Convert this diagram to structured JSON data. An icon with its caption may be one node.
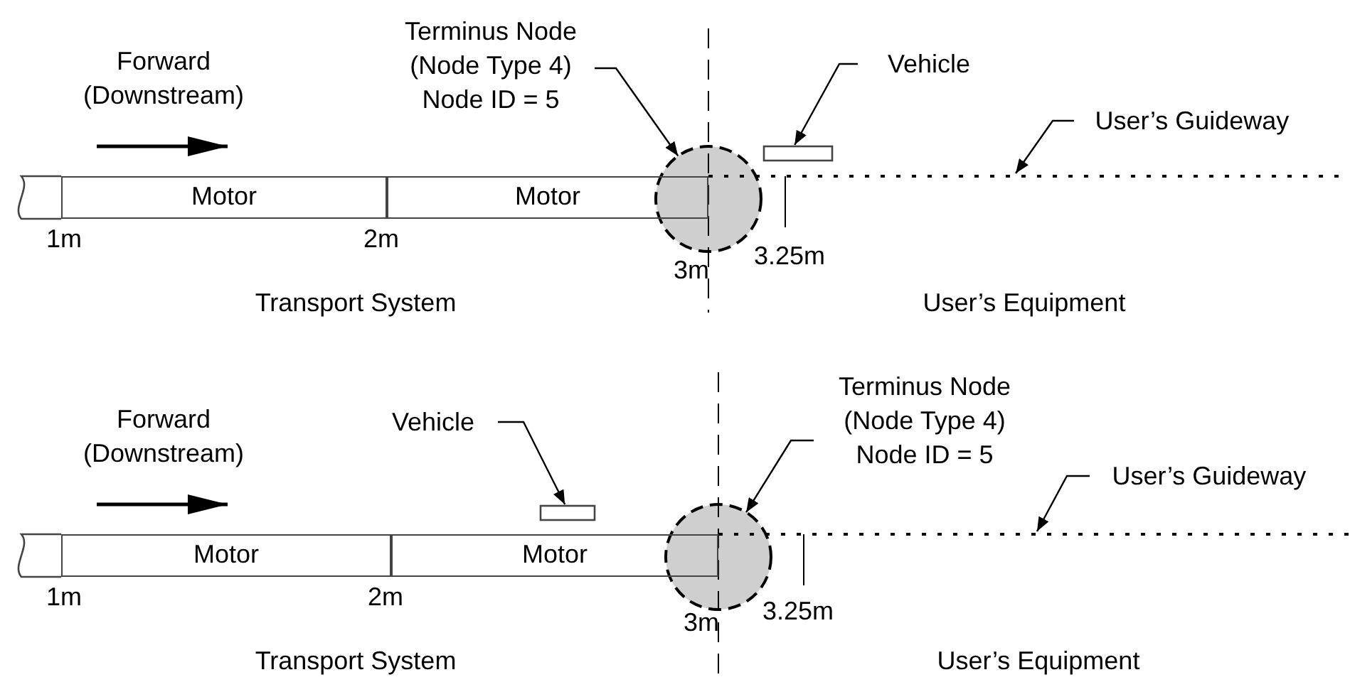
{
  "diagram": {
    "nodes": [
      {
        "text": [
          "Terminus Node (Node Type 4) Node ID = 5"
        ]
      },
      {
        "text": [
          "Vehicle"
        ]
      },
      {
        "text": [
          "User’s Guideway"
        ]
      },
      {
        "text": [],
        "shape": "bar"
      },
      {
        "text": [
          "Motor"
        ]
      },
      {
        "text": [
          "Motor"
        ]
      },
      {
        "text": [],
        "shape": "circle"
      },
      {
        "text": [
          "Vehicle"
        ]
      },
      {
        "text": [
          "Terminus Node (Node Type 4) Node ID = 5"
        ]
      },
      {
        "text": [
          "User’s Guideway"
        ]
      },
      {
        "text": [],
        "shape": "bar"
      },
      {
        "text": [
          "Motor"
        ]
      },
      {
        "text": [
          "Motor"
        ]
      },
      {
        "text": [],
        "shape": "circle"
      }
    ],
    "edges": [
      {
        "from": 0,
        "to": 6,
        "arrow": "to"
      },
      {
        "from": 1,
        "to": 3,
        "arrow": "to"
      },
      {
        "from": 2,
        "to": null,
        "arrow": "to"
      },
      {
        "from": 7,
        "to": 10,
        "arrow": "to"
      },
      {
        "from": 8,
        "to": 13,
        "arrow": "to"
      },
      {
        "from": 9,
        "to": null,
        "arrow": "to"
      }
    ],
    "labels": [
      "Forward (Downstream)",
      "1m",
      "2m",
      "3m",
      "3.25m",
      "Transport System",
      "User’s Equipment",
      "Forward (Downstream)",
      "1m",
      "2m",
      "3m",
      "3.25m",
      "Transport System",
      "User’s Equipment"
    ]
  }
}
